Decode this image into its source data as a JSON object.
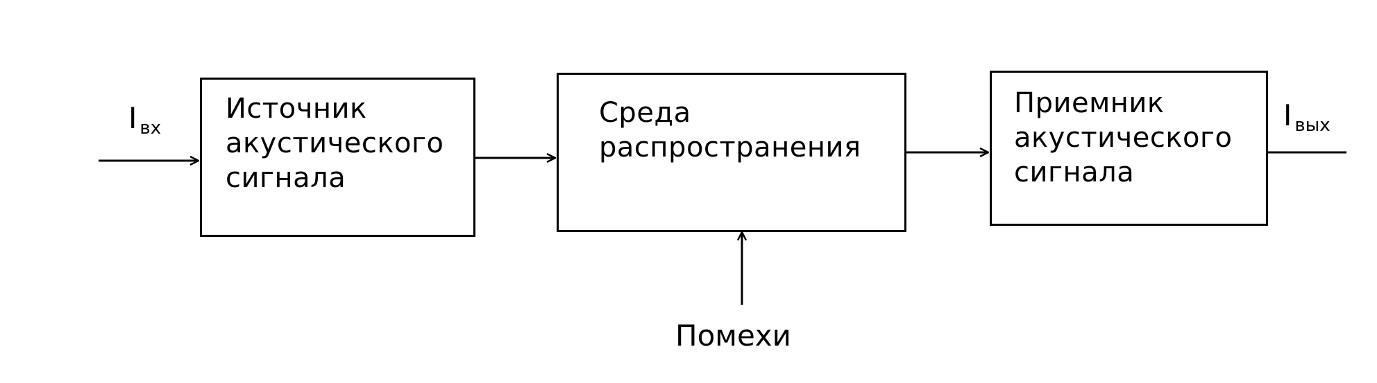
{
  "blocks": {
    "source": {
      "lines": [
        "Источник",
        "акустического",
        "сигнала"
      ]
    },
    "medium": {
      "lines": [
        "Среда",
        "распространения"
      ]
    },
    "receiver": {
      "lines": [
        "Приемник",
        "акустического",
        "сигнала"
      ]
    }
  },
  "signals": {
    "input": {
      "symbol": "I",
      "subscript": "вх"
    },
    "output": {
      "symbol": "I",
      "subscript": "вых"
    }
  },
  "noise": {
    "label": "Помехи"
  }
}
